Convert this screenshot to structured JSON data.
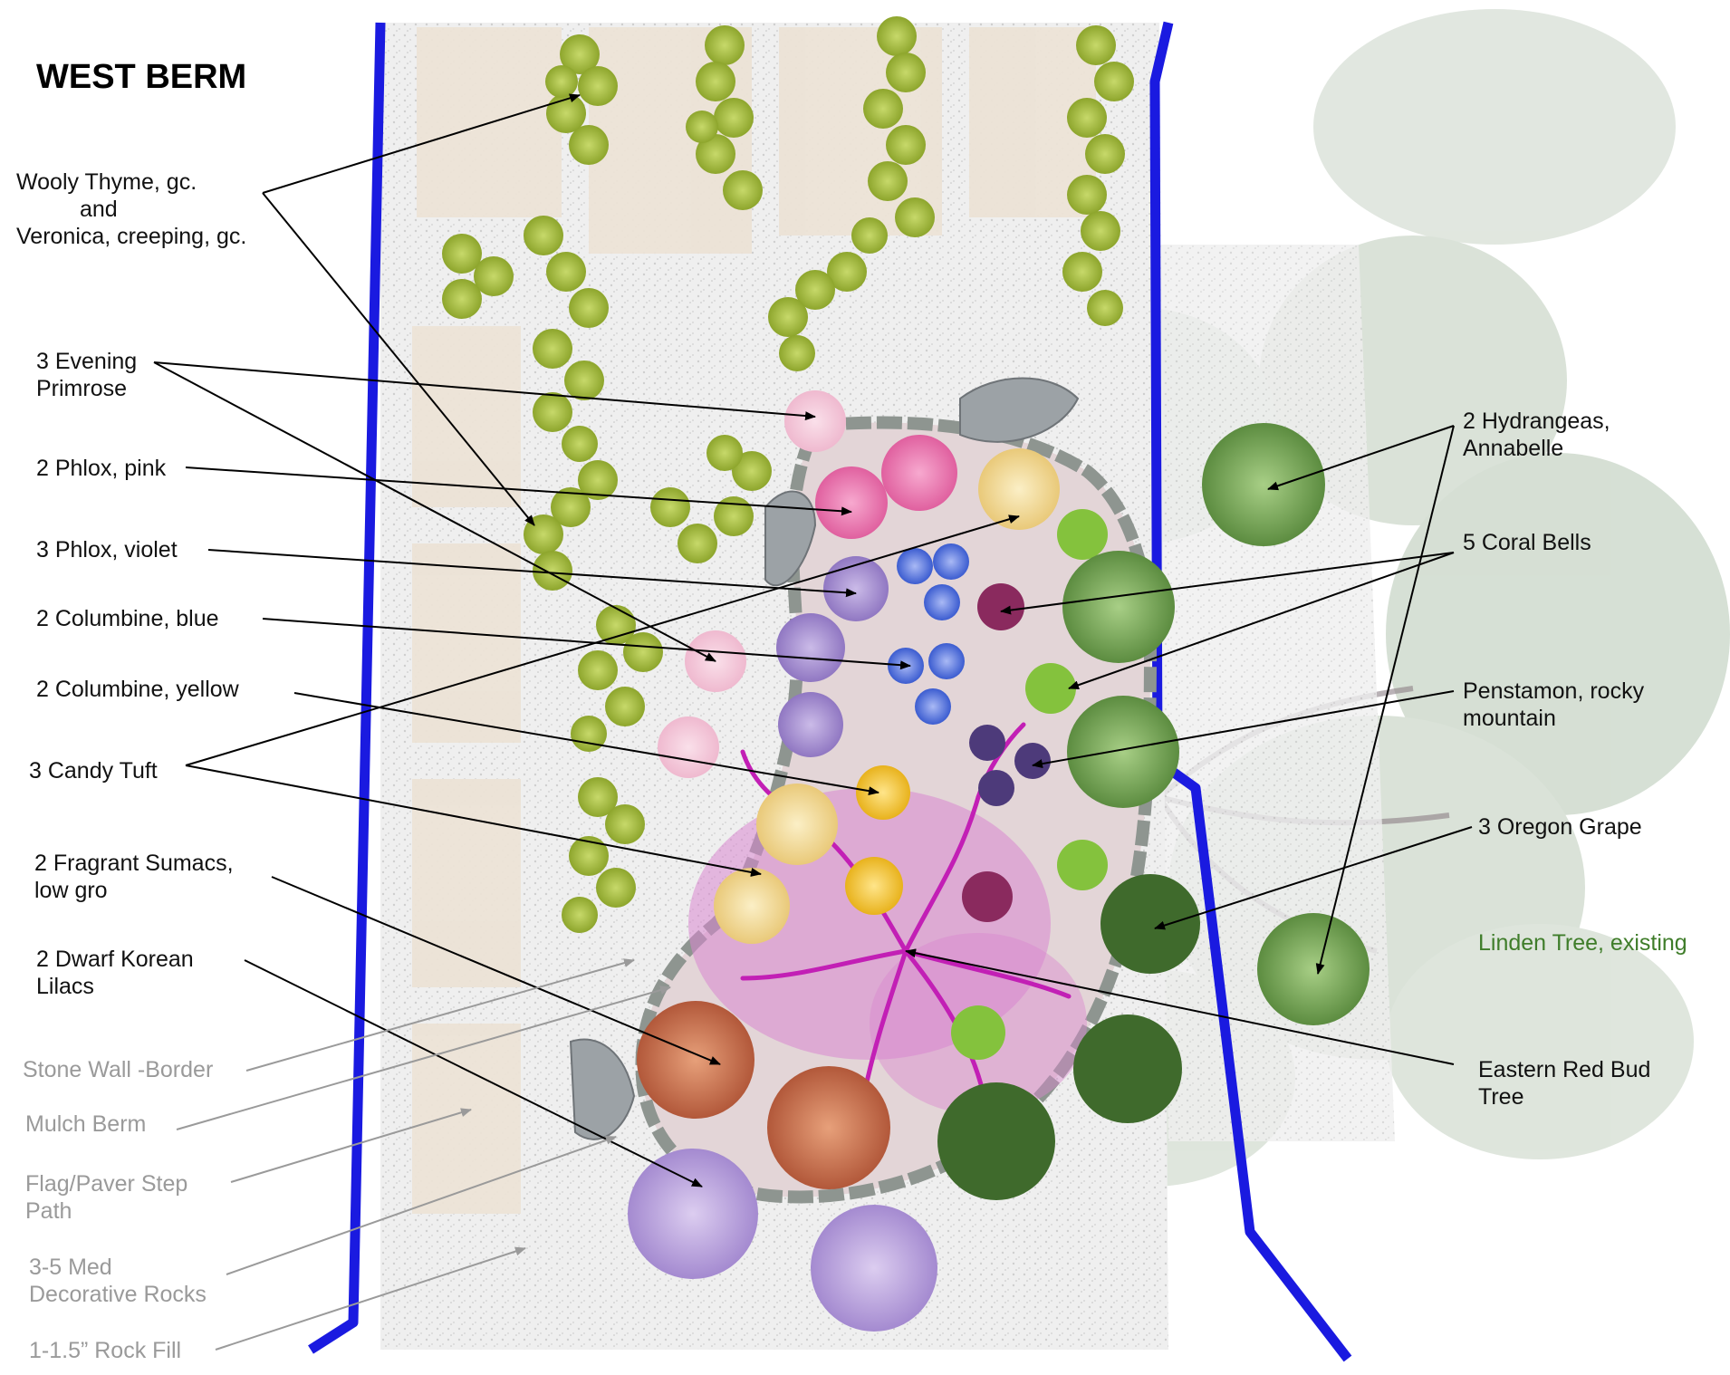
{
  "title": "WEST BERM",
  "labels": {
    "thyme_l1": "Wooly Thyme, gc.",
    "thyme_l2": "and",
    "thyme_l3": "Veronica, creeping, gc.",
    "primrose_l1": "3 Evening",
    "primrose_l2": "Primrose",
    "phlox_pink": "2 Phlox, pink",
    "phlox_violet": "3 Phlox, violet",
    "columbine_blue": "2 Columbine, blue",
    "columbine_yellow": "2 Columbine, yellow",
    "candy_tuft": "3 Candy Tuft",
    "sumac_l1": "2 Fragrant Sumacs,",
    "sumac_l2": "low gro",
    "lilac_l1": "2 Dwarf Korean",
    "lilac_l2": "Lilacs",
    "stone_wall": "Stone Wall -Border",
    "mulch": "Mulch Berm",
    "path_l1": "Flag/Paver Step",
    "path_l2": "Path",
    "rocks_l1": "3-5 Med",
    "rocks_l2": "Decorative Rocks",
    "rock_fill": "1-1.5” Rock Fill",
    "hydrangea_l1": "2 Hydrangeas,",
    "hydrangea_l2": "Annabelle",
    "coral_bells": "5 Coral Bells",
    "penstamon_l1": "Penstamon, rocky",
    "penstamon_l2": "mountain",
    "oregon_grape": "3 Oregon Grape",
    "linden": "Linden Tree, existing",
    "redbud_l1": "Eastern Red Bud",
    "redbud_l2": "Tree"
  },
  "colors": {
    "border_line": "#1a1ae0",
    "ground_cover": "#9fb83a",
    "rock_fill": "#eeeeee",
    "paver": "#ece3d6",
    "phlox_pink": "#ec7fb5",
    "phlox_violet": "#a993cf",
    "columbine_blue": "#4f6fd8",
    "columbine_yellow": "#f2c93a",
    "candy_tuft": "#f1dc9b",
    "coral_bells": "#8a2a5e",
    "penstamon": "#4d3a7a",
    "sumac": "#c77a4f",
    "lilac": "#b9a2da",
    "oregon_grape": "#3f6a2c",
    "hydrangea": "#7aa65a",
    "redbud": "#cc33b8",
    "linden": "#b9c8b6",
    "gray_label": "#9a9a9a",
    "green_label": "#3f7d2a"
  }
}
